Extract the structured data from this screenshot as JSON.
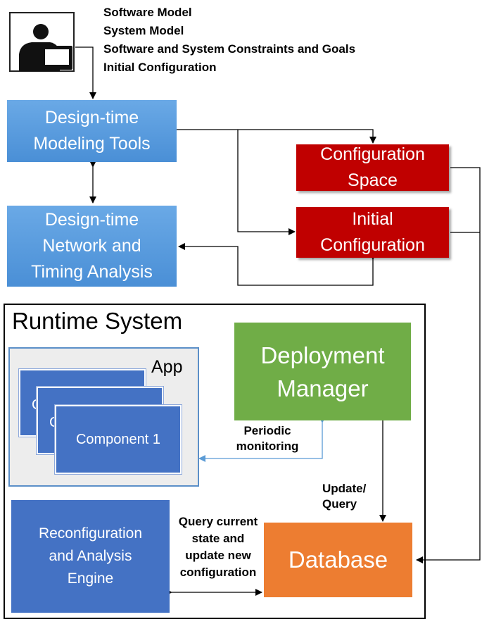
{
  "inputs": {
    "lines": [
      "Software Model",
      "System Model",
      "Software and System Constraints and Goals",
      "Initial Configuration"
    ]
  },
  "boxes": {
    "modeling_tools": [
      "Design-time",
      "Modeling Tools"
    ],
    "network_analysis": [
      "Design-time",
      "Network and",
      "Timing Analysis"
    ],
    "config_space": [
      "Configuration",
      "Space"
    ],
    "initial_config": [
      "Initial",
      "Configuration"
    ]
  },
  "runtime": {
    "title": "Runtime System",
    "app_label": "App",
    "component_label": "Component 1",
    "deployment_manager": [
      "Deployment",
      "Manager"
    ],
    "database": "Database",
    "engine": [
      "Reconfiguration",
      "and Analysis",
      "Engine"
    ],
    "periodic_monitoring": [
      "Periodic",
      "monitoring"
    ],
    "update_query": [
      "Update/",
      "Query"
    ],
    "query_update": [
      "Query current",
      "state and",
      "update new",
      "configuration"
    ]
  },
  "colors": {
    "design_blue": "#5b9bd5",
    "config_red": "#c00000",
    "deployment_green": "#70ad47",
    "database_orange": "#ed7d31",
    "engine_blue": "#4472c4",
    "monitor_line": "#5b9bd5"
  },
  "icons": [
    "user-at-computer-icon"
  ]
}
